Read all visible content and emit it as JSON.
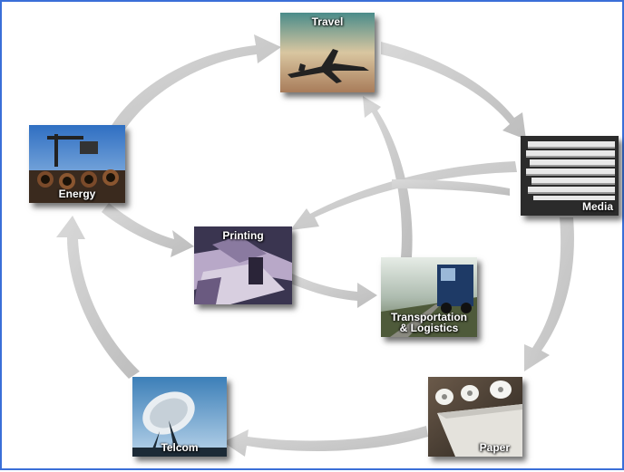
{
  "nodes": {
    "travel": "Travel",
    "media": "Media",
    "paper": "Paper",
    "telcom": "Telcom",
    "energy": "Energy",
    "printing": "Printing",
    "transportation_line1": "Transportation",
    "transportation_line2": "& Logistics"
  },
  "colors": {
    "arrow": "#cfcfcf",
    "border": "#3a6fd8"
  }
}
